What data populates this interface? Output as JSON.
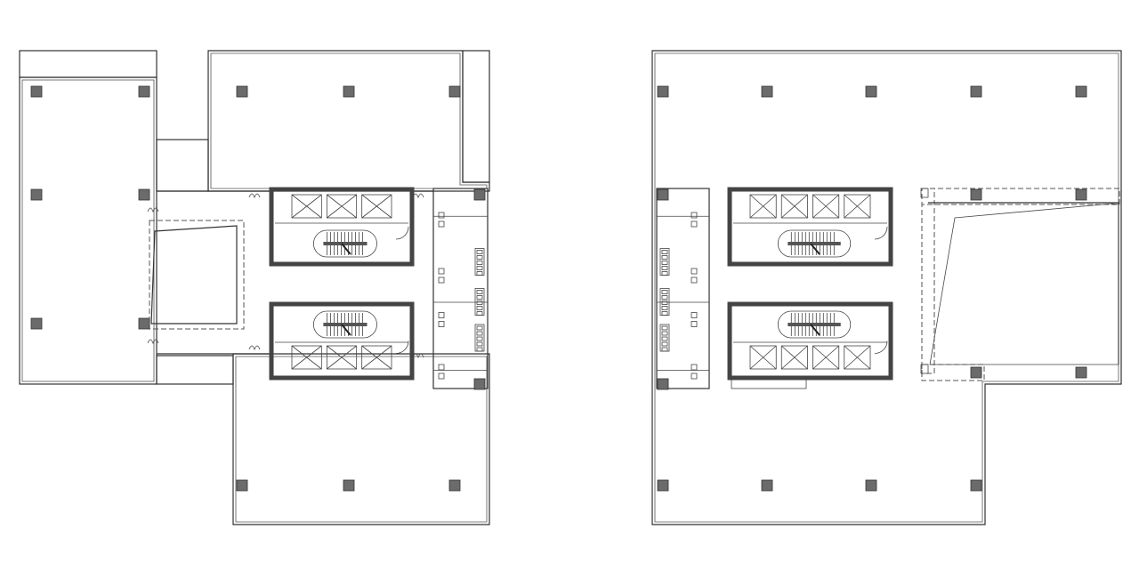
{
  "figure": {
    "panels": [
      {
        "name": "floor-plan-left",
        "elevators": 6
      },
      {
        "name": "floor-plan-right",
        "elevators": 8
      }
    ],
    "colors": {
      "line": "#333333",
      "column": "#6b6b6b",
      "background": "#ffffff"
    }
  }
}
